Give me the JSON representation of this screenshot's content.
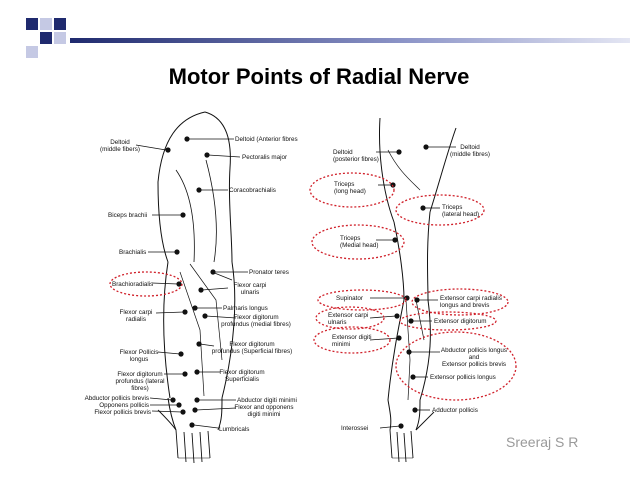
{
  "title": "Motor Points of Radial Nerve",
  "author": "Sreeraj S R",
  "colors": {
    "deco_blue": "#1f2a6e",
    "deco_light": "#c5c9e4",
    "circle_red": "#d0202a",
    "line": "#111111"
  },
  "left_labels": {
    "deltoid_mid": [
      "Deltoid",
      "(middle fibers)"
    ],
    "deltoid_ant": [
      "Deltoid (Anterior fibres"
    ],
    "pectoralis": [
      "Pectoralis major"
    ],
    "coraco": [
      "Coracobrachialis"
    ],
    "biceps": [
      "Biceps brachii"
    ],
    "brachialis": [
      "Brachialis"
    ],
    "pronator": [
      "Pronator teres"
    ],
    "brachiorad": [
      "Brachioradialis"
    ],
    "fcu": [
      "Flexor carpi",
      "ulnaris"
    ],
    "palmaris": [
      "Palmaris longus"
    ],
    "fcr": [
      "Flexor carpi",
      "radialis"
    ],
    "fdp_med": [
      "Flexor digitorum",
      "profundus (medial fibres)"
    ],
    "fdp_sup": [
      "Flexor digitorum",
      "profundus (Superficial fibres)"
    ],
    "fpl": [
      "Flexor Pollicis",
      "longus"
    ],
    "fds": [
      "Flexor digitorum",
      "Superficialis"
    ],
    "fdp_lat": [
      "Flexor digitorum",
      "profundus (lateral",
      "fibres)"
    ],
    "apb": [
      "Abductor pollicis brevis"
    ],
    "opp": [
      "Opponens pollicis"
    ],
    "fpb": [
      "Flexor pollicis brevis"
    ],
    "adm": [
      "Abductor digiti minimi"
    ],
    "fodm": [
      "Flexor and opponens",
      "digiti minimi"
    ],
    "lumbricals": [
      "Lumbricals"
    ]
  },
  "right_labels": {
    "deltoid_post": [
      "Deltoid",
      "(posterior fibres)"
    ],
    "deltoid_mid": [
      "Deltoid",
      "(middle fibres)"
    ],
    "triceps_long": [
      "Triceps",
      "(long head)"
    ],
    "triceps_lat": [
      "Triceps",
      "(lateral head)"
    ],
    "triceps_med": [
      "Triceps",
      "(Medial head)"
    ],
    "supinator": [
      "Supinator"
    ],
    "ecrl": [
      "Extensor carpi radialis",
      "longus and brevis"
    ],
    "ecu": [
      "Extensor carpi",
      "ulnaris"
    ],
    "ed": [
      "Extensor digitorum"
    ],
    "edm": [
      "Extensor digiti",
      "minimi"
    ],
    "apl": [
      "Abductor pollicis longus",
      "and",
      "Extensor pollicis brevis"
    ],
    "epl": [
      "Extensor pollicis longus"
    ],
    "add_pol": [
      "Adductor pollicis"
    ],
    "interossei": [
      "Interossei"
    ]
  }
}
